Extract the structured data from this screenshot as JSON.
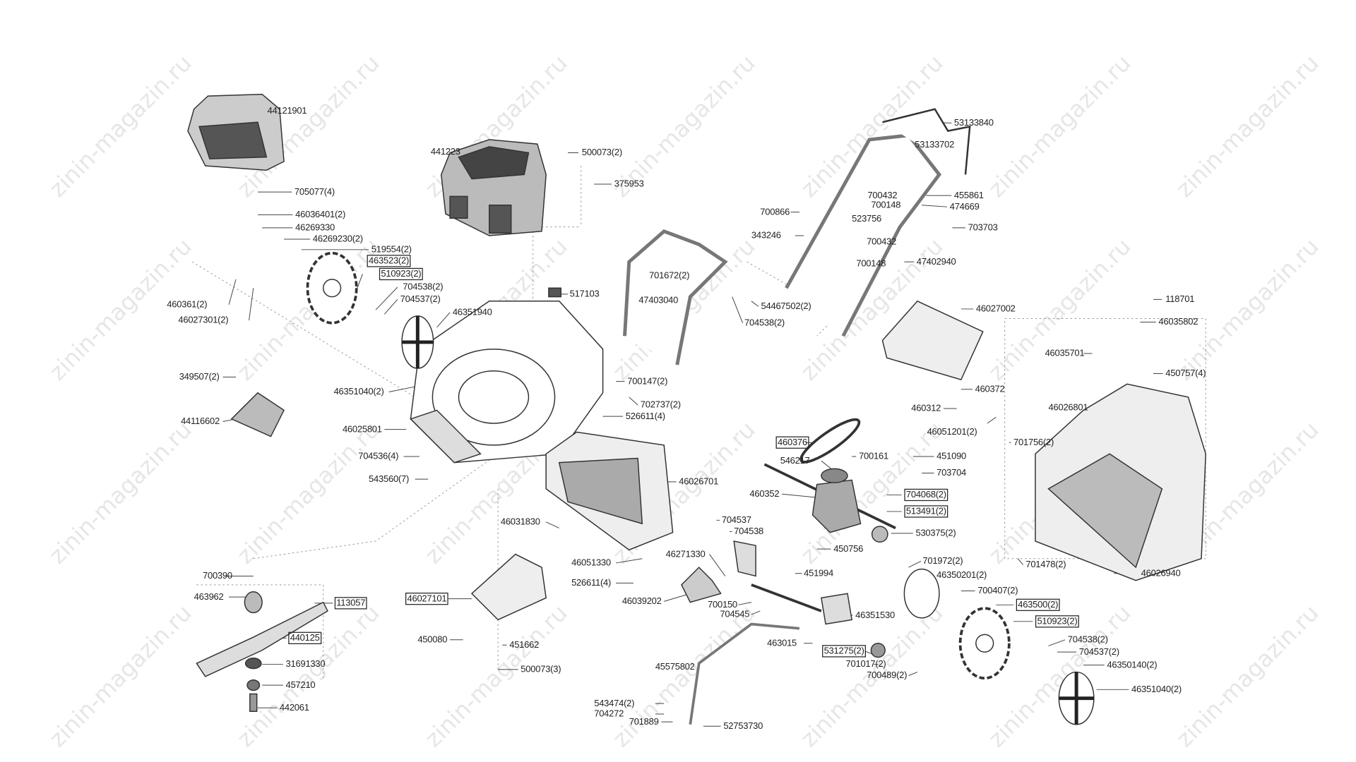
{
  "watermark": "zinin-magazin.ru",
  "labels": [
    "44121901",
    "441223",
    "500073(2)",
    "375953",
    "705077(4)",
    "46036401(2)",
    "46269330",
    "46269230(2)",
    "519554(2)",
    "463523(2)",
    "510923(2)",
    "704538(2)",
    "704537(2)",
    "46351940",
    "460361(2)",
    "46027301(2)",
    "517103",
    "701672(2)",
    "47403040",
    "53133840",
    "53133702",
    "700432",
    "700148",
    "455861",
    "474669",
    "700866",
    "523756",
    "703703",
    "343246",
    "700432",
    "700148",
    "47402940",
    "54467502(2)",
    "704538(2)",
    "46027002",
    "118701",
    "46035802",
    "46035701",
    "450757(4)",
    "46026801",
    "349507(2)",
    "46351040(2)",
    "700147(2)",
    "702737(2)",
    "526611(4)",
    "44116602",
    "46025801",
    "704536(4)",
    "543560(7)",
    "460372",
    "460312",
    "46051201(2)",
    "460376",
    "546217",
    "700161",
    "451090",
    "703704",
    "701756(2)",
    "46026701",
    "460352",
    "704068(2)",
    "513491(2)",
    "46031830",
    "704537",
    "704538",
    "530375(2)",
    "46271330",
    "450756",
    "46051330",
    "701972(2)",
    "46350201(2)",
    "526611(4)",
    "451994",
    "701478(2)",
    "46026940",
    "700390",
    "463962",
    "113057",
    "46027101",
    "46039202",
    "700150",
    "700407(2)",
    "463500(2)",
    "704545",
    "46351530",
    "510923(2)",
    "440125",
    "450080",
    "451662",
    "463015",
    "704538(2)",
    "531275(2)",
    "704537(2)",
    "45575802",
    "31691330",
    "701017(2)",
    "46350140(2)",
    "500073(3)",
    "700489(2)",
    "457210",
    "46351040(2)",
    "442061",
    "543474(2)",
    "704272",
    "701889",
    "52753730"
  ]
}
